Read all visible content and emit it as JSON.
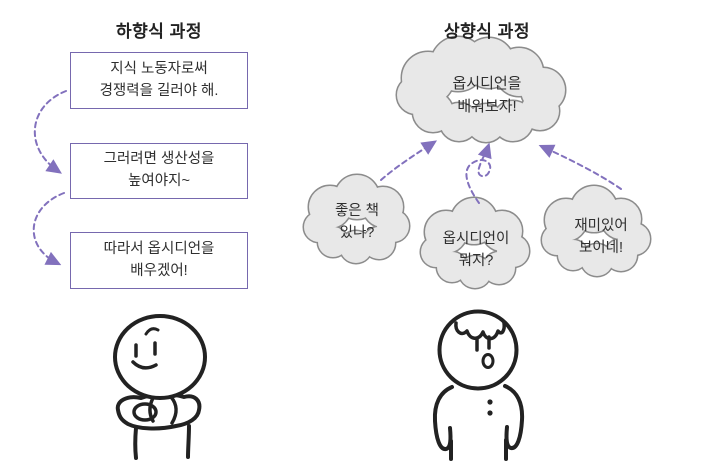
{
  "diagram": {
    "left": {
      "title": "하향식 과정",
      "boxes": [
        {
          "line1": "지식 노동자로써",
          "line2": "경쟁력을 길러야 해."
        },
        {
          "line1": "그러려면 생산성을",
          "line2": "높여야지~"
        },
        {
          "line1": "따라서 옵시디언을",
          "line2": "배우겠어!"
        }
      ],
      "figure": "person-arms-crossed-skeptical"
    },
    "right": {
      "title": "상향식 과정",
      "main_cloud": {
        "line1": "옵시디언을",
        "line2": "배워보자!"
      },
      "thought_clouds": [
        {
          "line1": "좋은 책",
          "line2": "있나?"
        },
        {
          "line1": "옵시디언이",
          "line2": "뭐지?"
        },
        {
          "line1": "재미있어",
          "line2": "보이네!"
        }
      ],
      "figure": "person-surprised-curious"
    },
    "colors": {
      "arrow": "#8271bd",
      "box_border": "#7668ae",
      "cloud_fill": "#e8e8e8",
      "cloud_stroke": "#8c8c8c",
      "ink": "#222222",
      "text": "#2f2f2f",
      "title": "#222222"
    }
  }
}
